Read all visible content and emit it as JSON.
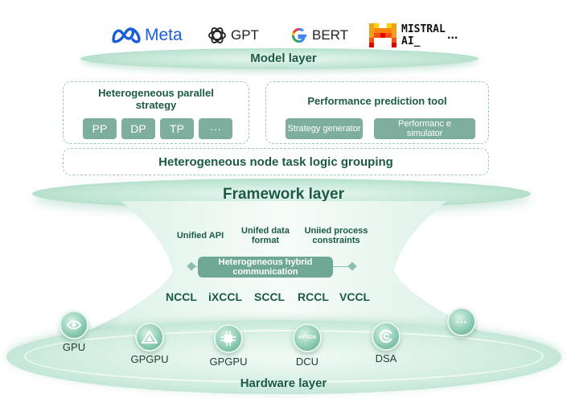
{
  "model_layer": {
    "logos": [
      {
        "name": "Meta"
      },
      {
        "name": "GPT"
      },
      {
        "name": "BERT"
      },
      {
        "name_line1": "MISTRAL",
        "name_line2": "AI_"
      }
    ],
    "more": "...",
    "title": "Model layer"
  },
  "framework_layer": {
    "parallel_strategy": {
      "title": "Heterogeneous parallel strategy",
      "items": [
        "PP",
        "DP",
        "TP",
        "···"
      ]
    },
    "prediction_tool": {
      "title": "Performance prediction tool",
      "items": [
        "Strategy generator",
        "Performanc e simulator"
      ]
    },
    "grouping": "Heterogeneous node task logic grouping",
    "title": "Framework layer"
  },
  "communication": {
    "unified": [
      "Unified API",
      "Unifed data format",
      "Uniied process constraints"
    ],
    "hybrid": "Heterogeneous hybrid communication",
    "libraries": [
      "NCCL",
      "iXCCL",
      "SCCL",
      "RCCL",
      "VCCL"
    ]
  },
  "hardware_layer": {
    "devices": [
      {
        "label": "GPU",
        "icon": "nvidia-icon"
      },
      {
        "label": "GPGPU",
        "icon": "gpgpu-icon"
      },
      {
        "label": "GPGPU",
        "icon": "chip-icon"
      },
      {
        "label": "DCU",
        "icon": "hygon-icon",
        "icon_text": "HYGON"
      },
      {
        "label": "DSA",
        "icon": "dsa-icon"
      },
      {
        "label": "",
        "icon": "more-icon",
        "icon_text": "···"
      }
    ],
    "title": "Hardware layer"
  },
  "colors": {
    "accent": "#1c5a47",
    "chip": "#7dae9e",
    "meta_blue": "#1a5fd8"
  }
}
